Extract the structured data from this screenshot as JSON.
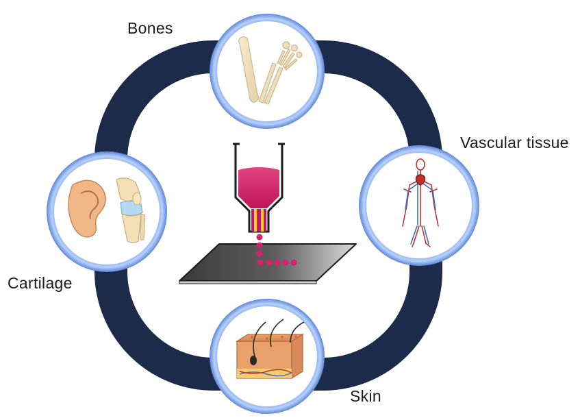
{
  "labels": {
    "bones": "Bones",
    "vascular": "Vascular tissue",
    "cartilage": "Cartilage",
    "skin": "Skin"
  },
  "icons": {
    "center": "bioprinter-nozzle-icon",
    "bones": "bones-icon",
    "vascular": "vascular-system-icon",
    "cartilage": "ear-and-knee-icon",
    "skin": "skin-cross-section-icon"
  },
  "colors": {
    "ring": "#1d2b4b",
    "node_border": "#8fb3f2",
    "bioink": "#d2236b",
    "nozzle_tip": "#f2d21b",
    "platform": "#555555"
  }
}
